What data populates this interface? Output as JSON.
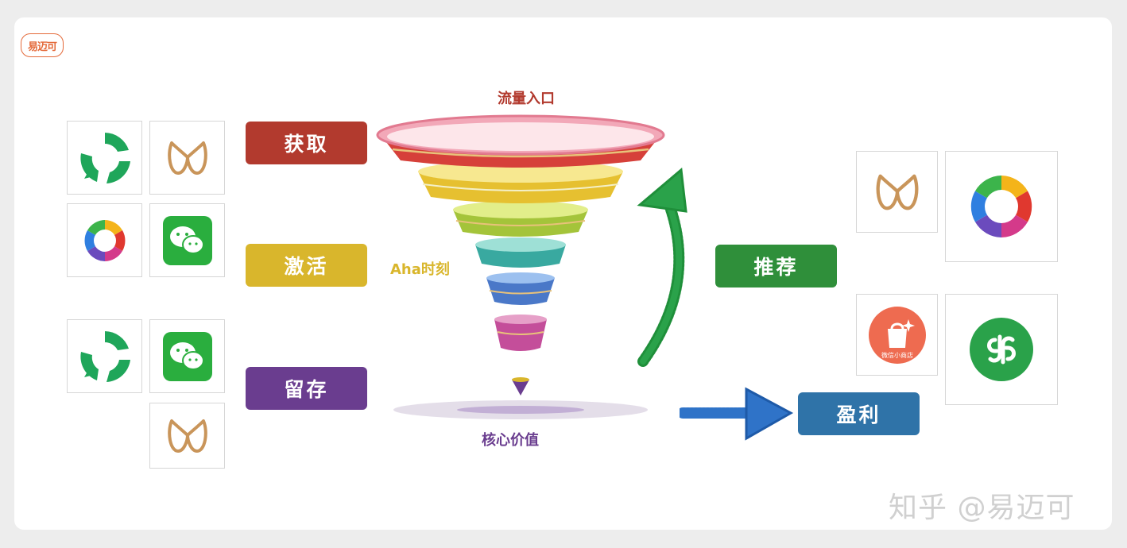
{
  "brand": {
    "logo_text": "易迈可",
    "watermark": "知乎 @易迈可"
  },
  "stages": {
    "acquire": {
      "label": "获取",
      "color": "#b23a2e"
    },
    "activate": {
      "label": "激活",
      "color": "#d9b62c"
    },
    "retain": {
      "label": "留存",
      "color": "#6a3d8f"
    },
    "recommend": {
      "label": "推荐",
      "color": "#2f8f3a"
    },
    "profit": {
      "label": "盈利",
      "color": "#2f73a8"
    }
  },
  "funnel": {
    "top_label": "流量入口",
    "aha_label": "Aha时刻",
    "bottom_label": "核心价值"
  },
  "icons": {
    "weixin_shop_caption": "微信小商店"
  }
}
